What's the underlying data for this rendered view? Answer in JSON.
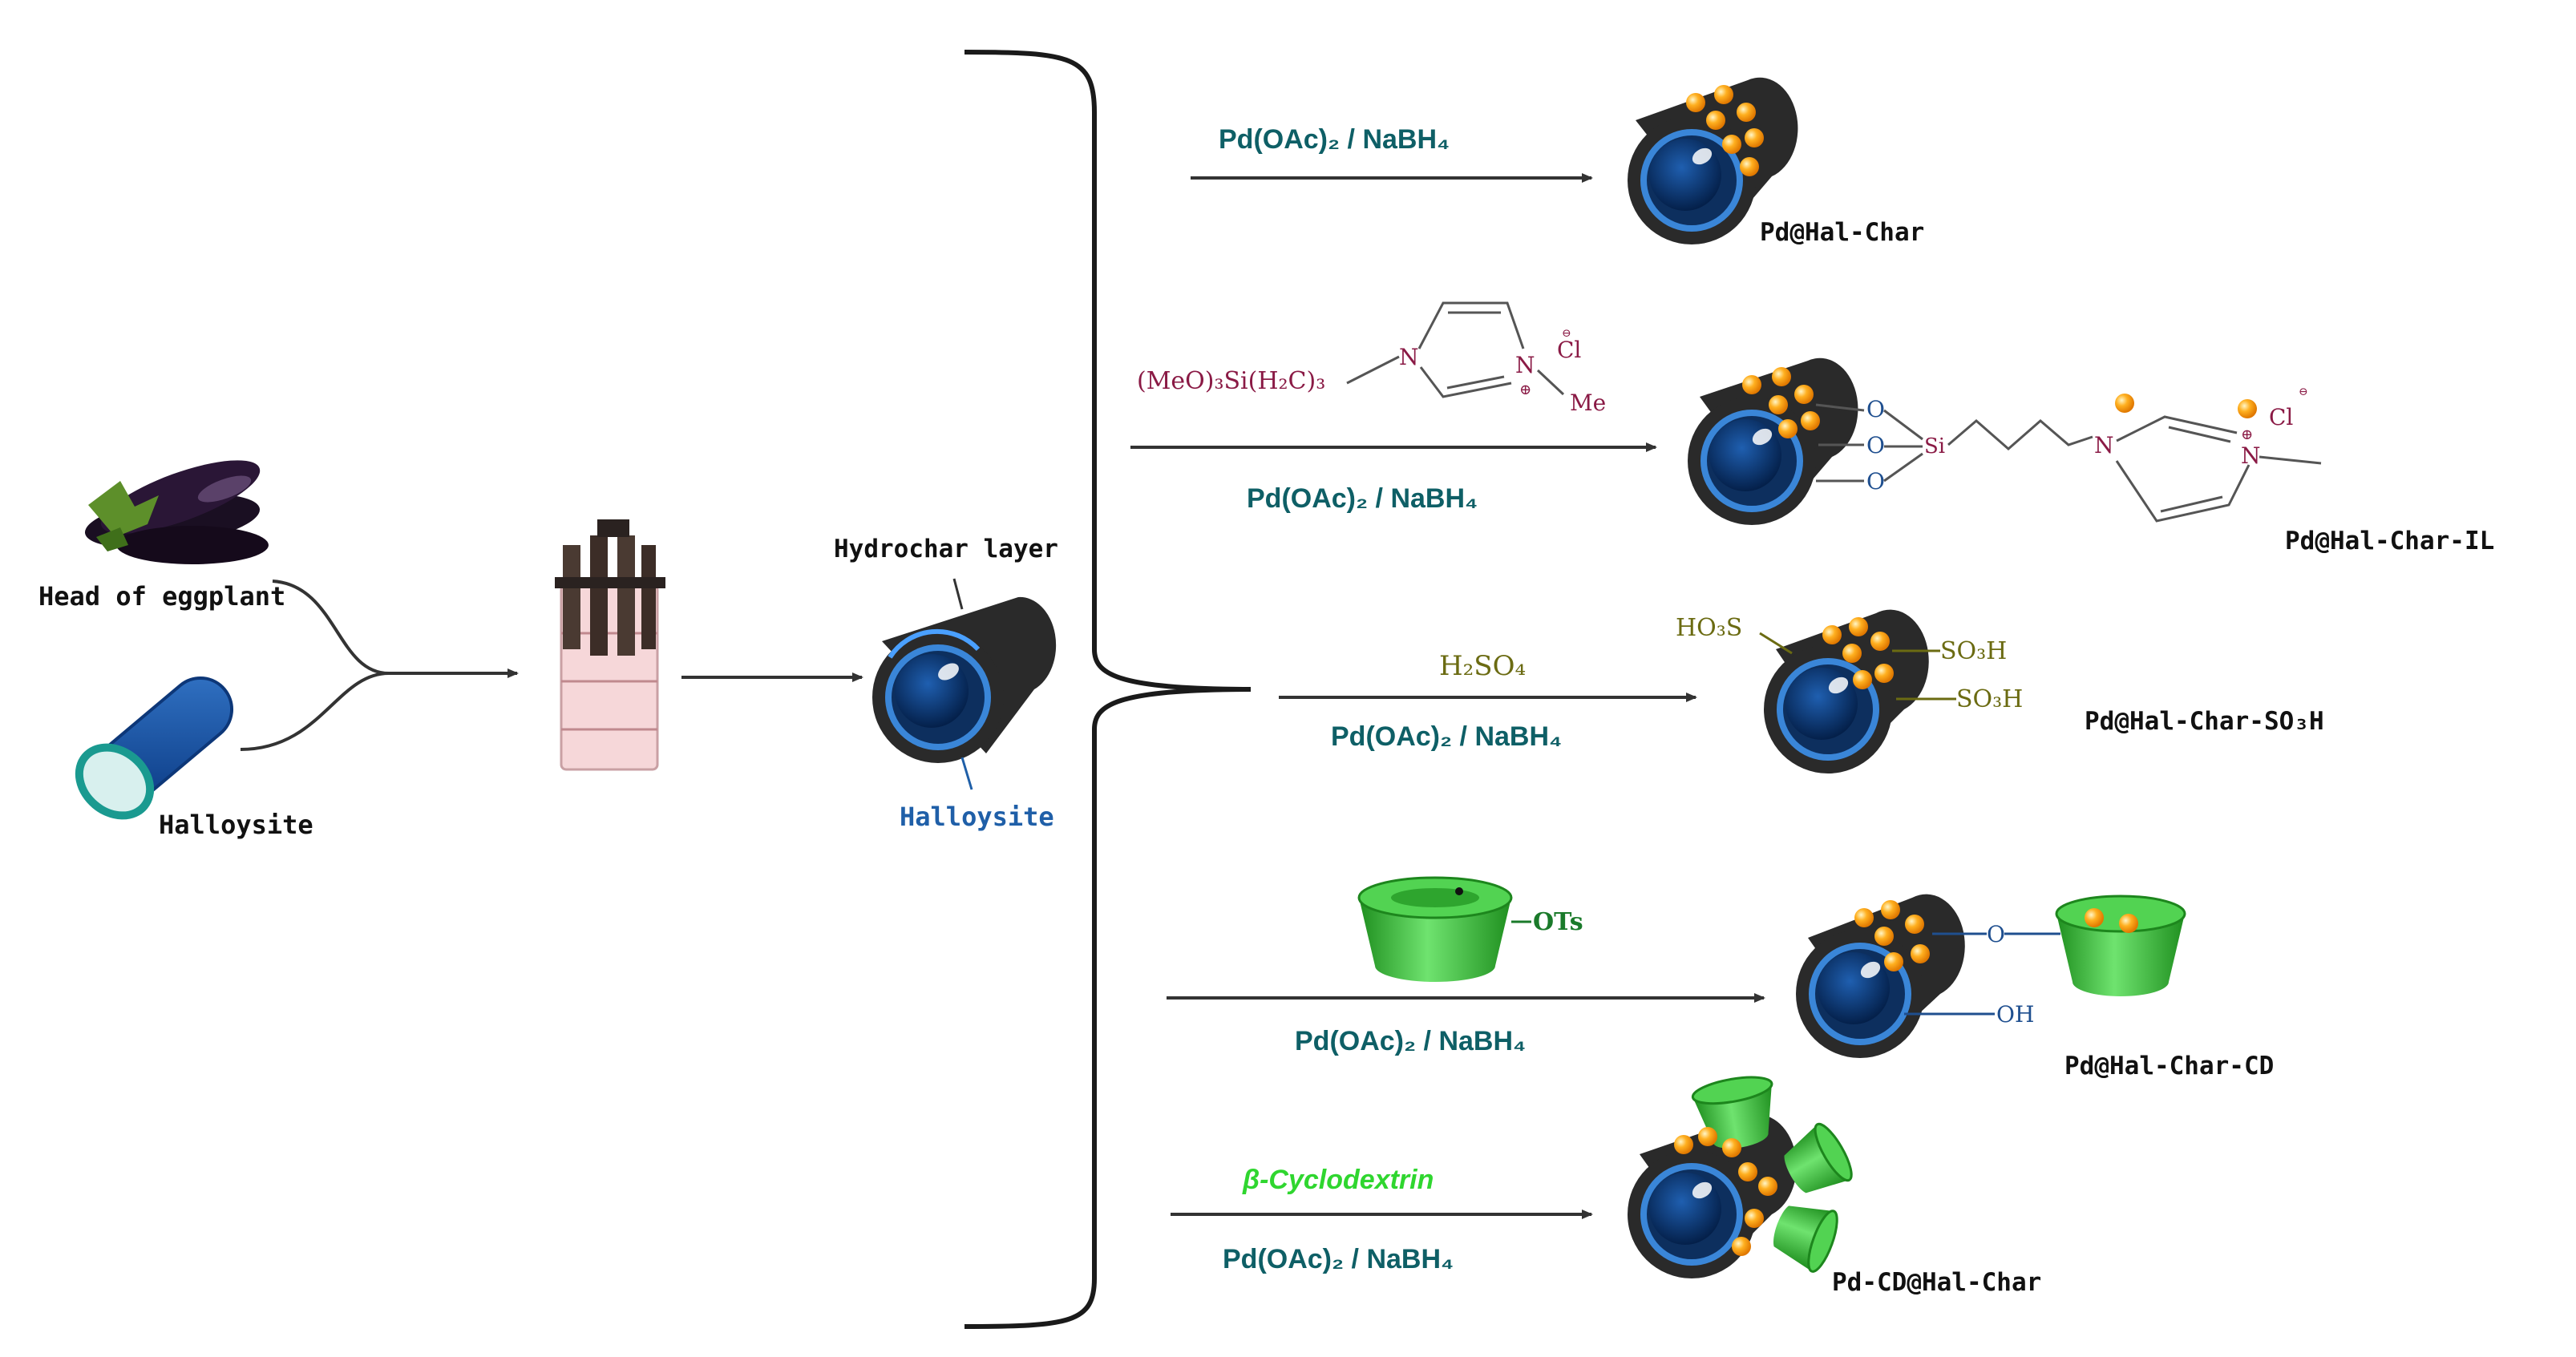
{
  "colors": {
    "reagent_text": "#0e5f66",
    "halloysite_blue": "#1f5fa8",
    "hydrochar_black": "#2a2a2a",
    "pd_particle": "#ff9d1a",
    "cyclodextrin_green": "#34c134",
    "ionic_liquid_text": "#8a1a45",
    "sulfonic_text": "#6b6b12"
  },
  "left": {
    "eggplant_label": "Head of eggplant",
    "halloysite_label": "Halloysite",
    "eggplant_icon": "eggplant-icon",
    "reactor_icon": "autoclave-icon"
  },
  "center": {
    "hydrochar_label": "Hydrochar layer",
    "halloysite_label": "Halloysite"
  },
  "routes": [
    {
      "reagent_top": "Pd(OAc)₂ / NaBH₄",
      "product": "Pd@Hal-Char"
    },
    {
      "reagent_top_formula": {
        "silane": "(MeO)₃Si(H₂C)₃",
        "n1": "N",
        "n2": "N",
        "plus": "⊕",
        "cl": "Cl",
        "minus": "⊖",
        "me": "Me"
      },
      "reagent_bottom": "Pd(OAc)₂ / NaBH₄",
      "product_groups": {
        "o1": "O",
        "o2": "O",
        "o3": "O",
        "si": "Si",
        "n1": "N",
        "n2": "N",
        "plus": "⊕",
        "cl": "Cl",
        "minus": "⊖"
      },
      "product": "Pd@Hal-Char-IL"
    },
    {
      "reagent_top": "H₂SO₄",
      "reagent_bottom": "Pd(OAc)₂ / NaBH₄",
      "product_groups": {
        "left": "HO₃S",
        "right1": "SO₃H",
        "right2": "SO₃H"
      },
      "product": "Pd@Hal-Char-SO₃H"
    },
    {
      "reagent_top_group": "OTs",
      "reagent_bottom": "Pd(OAc)₂ / NaBH₄",
      "product_groups": {
        "o": "O",
        "oh": "OH"
      },
      "product": "Pd@Hal-Char-CD"
    },
    {
      "reagent_top": "β-Cyclodextrin",
      "reagent_bottom": "Pd(OAc)₂ / NaBH₄",
      "product": "Pd-CD@Hal-Char"
    }
  ]
}
